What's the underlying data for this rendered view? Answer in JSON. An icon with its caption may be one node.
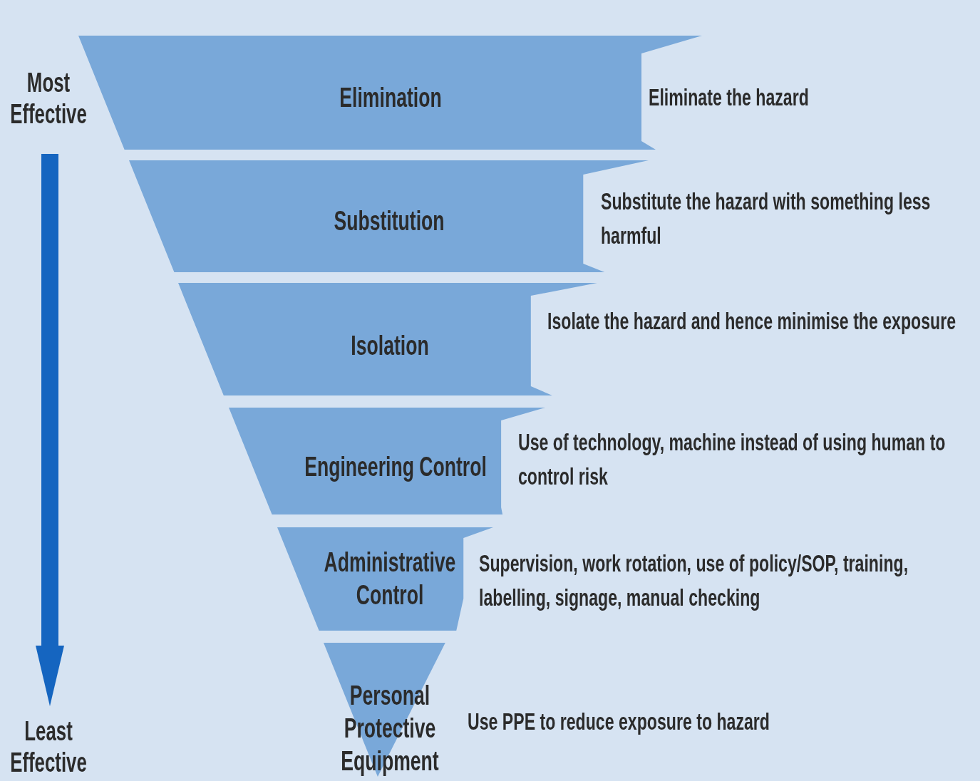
{
  "diagram": {
    "nodes": [
      {
        "text": [
          "Elimination"
        ],
        "beside": [
          "Eliminate the hazard"
        ]
      },
      {
        "text": [
          "Substitution"
        ],
        "beside": [
          "Substitute the hazard with something less harmful"
        ]
      },
      {
        "text": [
          "Isolation"
        ],
        "beside": [
          "Isolate the hazard and hence minimise the exposure"
        ]
      },
      {
        "text": [
          "Engineering Control"
        ],
        "beside": [
          "Use of technology,  machine instead of using human to control risk"
        ]
      },
      {
        "text": [
          "Administrative Control"
        ],
        "beside": [
          "Supervision, work rotation, use of policy/SOP, training, labelling, signage, manual checking"
        ]
      },
      {
        "text": [
          "Personal Protective Equipment"
        ],
        "beside": [
          "Use PPE to reduce exposure to hazard"
        ]
      }
    ],
    "labels": [
      "Most Effective",
      "Least Effective"
    ]
  }
}
